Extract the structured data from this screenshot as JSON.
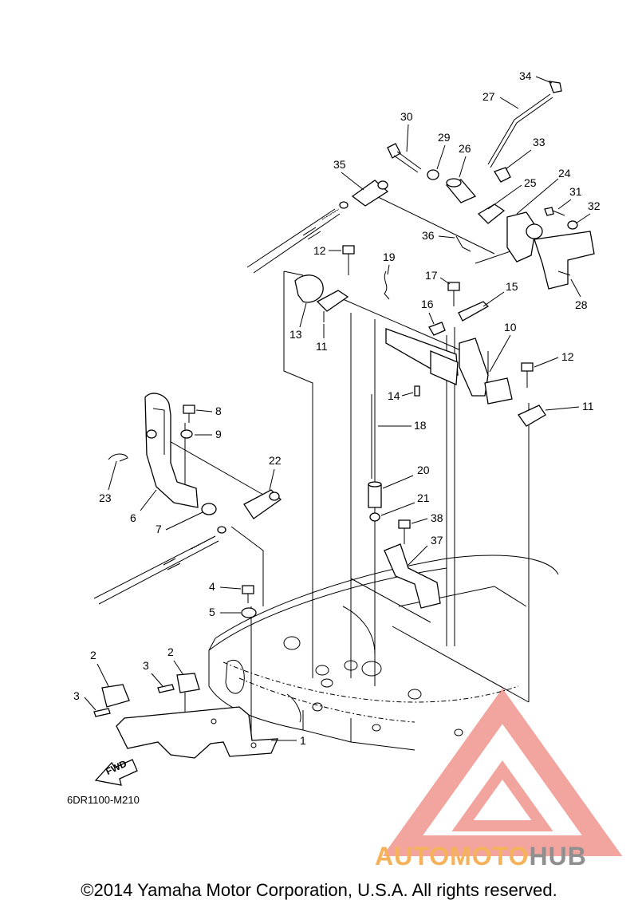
{
  "diagram": {
    "code": "6DR1100-M210",
    "fwd_label": "FWD",
    "copyright": "©2014 Yamaha Motor Corporation, U.S.A. All rights reserved.",
    "watermark": {
      "part1": "AUTO",
      "part2": "MOTO",
      "part3": "HUB"
    },
    "colors": {
      "watermark_red": "#e85a4f",
      "watermark_orange": "#f6b25b",
      "watermark_gray": "#8f8f8f"
    },
    "callouts": [
      "34",
      "27",
      "30",
      "29",
      "26",
      "33",
      "35",
      "25",
      "24",
      "31",
      "32",
      "36",
      "28",
      "12",
      "19",
      "17",
      "15",
      "16",
      "13",
      "11",
      "10",
      "12",
      "14",
      "11",
      "8",
      "9",
      "22",
      "18",
      "20",
      "23",
      "21",
      "6",
      "38",
      "7",
      "37",
      "4",
      "5",
      "2",
      "3",
      "2",
      "3",
      "1"
    ]
  }
}
